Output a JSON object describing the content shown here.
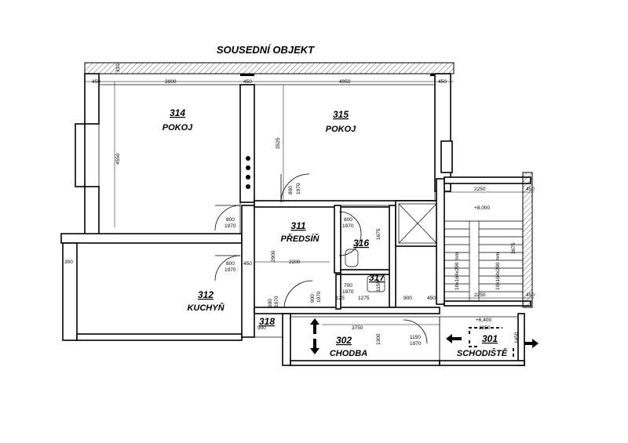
{
  "title": "SOUSEDNÍ OBJEKT",
  "rooms": [
    {
      "number": "314",
      "name": "POKOJ"
    },
    {
      "number": "315",
      "name": "POKOJ"
    },
    {
      "number": "311",
      "name": "PŘEDSÍŇ"
    },
    {
      "number": "316",
      "name": ""
    },
    {
      "number": "317",
      "name": ""
    },
    {
      "number": "312",
      "name": "KUCHYŇ"
    },
    {
      "number": "318",
      "name": ""
    },
    {
      "number": "302",
      "name": "CHODBA"
    },
    {
      "number": "301",
      "name": "SCHODIŠTĚ"
    }
  ],
  "dimensions": {
    "d450a": "450",
    "d3800": "3800",
    "d450b": "450",
    "d4950": "4950",
    "d450c": "450",
    "d310": "310",
    "d4550": "4550",
    "d3525": "3525",
    "d2250a": "2250",
    "d450d": "450",
    "level_top": "+8,000",
    "door800a": "800",
    "door1970a": "1970",
    "door800b": "800",
    "door1970b": "1970",
    "door800c": "800",
    "door1970c": "1970",
    "door800d": "800",
    "door1970d": "1970",
    "d1675": "1675",
    "d2900": "2900",
    "d2200": "2200",
    "d450e": "450",
    "d300": "300",
    "door700": "700",
    "door1970e": "1970",
    "d1275": "1275",
    "d125": "125",
    "d900a": "900",
    "d450f": "450",
    "d1150": "1150",
    "door900": "900",
    "door1970f": "1970",
    "door600": "600",
    "door1970g": "1970",
    "d3750": "3750",
    "d900b": "900",
    "d1300": "1300",
    "door1150": "1150",
    "door1970h": "1970",
    "d2250b": "2250",
    "d450g": "450",
    "level_bottom": "+6,400",
    "d3350": "3350",
    "d1450": "1450",
    "stair1": "10x164x290 mm",
    "stair2": "10x164x290 mm",
    "d3675": "3675"
  }
}
